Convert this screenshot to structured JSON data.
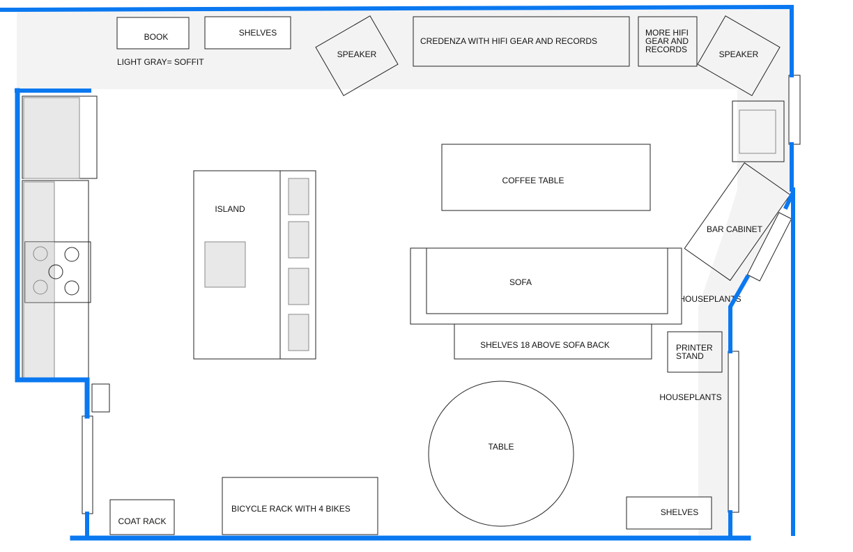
{
  "plan": {
    "legend": "LIGHT GRAY= SOFFIT",
    "colors": {
      "wall": "#0a78f0",
      "soffit": "#f4f3f4",
      "counter_gray": "#e8e8e8"
    },
    "labels": {
      "book": "BOOK",
      "shelves_top": "SHELVES",
      "speaker_left": "SPEAKER",
      "credenza": "CREDENZA WITH HIFI GEAR AND RECORDS",
      "more_hifi": [
        "MORE HIFI",
        "GEAR AND",
        "RECORDS"
      ],
      "speaker_right": "SPEAKER",
      "coffee_table": "COFFEE TABLE",
      "island": "ISLAND",
      "bar_cabinet": "BAR CABINET",
      "sofa": "SOFA",
      "houseplants_1": "HOUSEPLANTS",
      "shelves_sofa": "SHELVES 18 ABOVE SOFA BACK",
      "printer_stand": [
        "PRINTER",
        "STAND"
      ],
      "houseplants_2": "HOUSEPLANTS",
      "table": "TABLE",
      "coat_rack": "COAT RACK",
      "bicycle_rack": "BICYCLE RACK WITH 4 BIKES",
      "shelves_bottom": "SHELVES"
    }
  }
}
